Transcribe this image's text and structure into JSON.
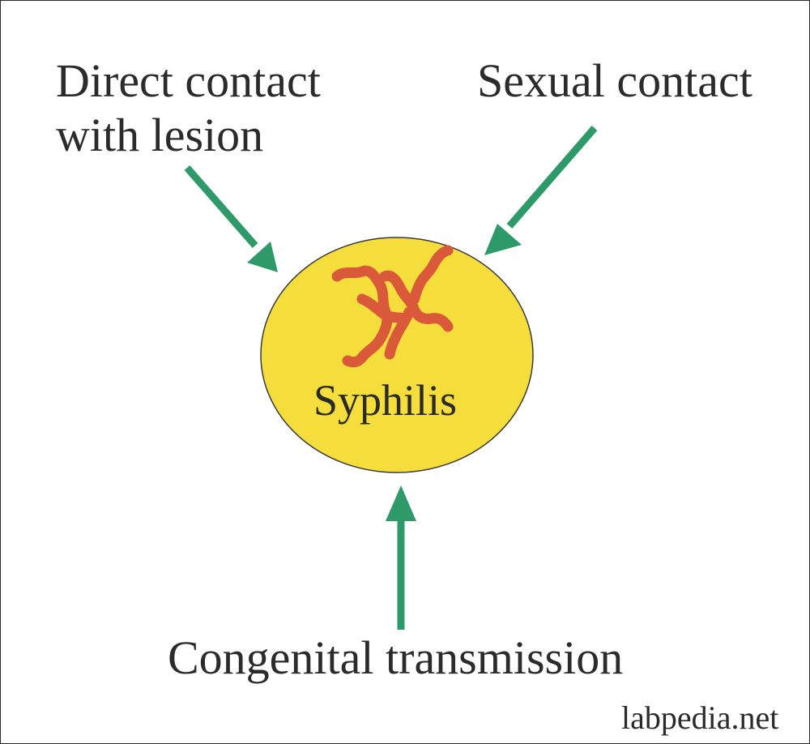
{
  "labels": {
    "direct_line1": "Direct contact",
    "direct_line2": "with lesion",
    "sexual": "Sexual contact",
    "congenital": "Congenital transmission",
    "center": "Syphilis",
    "watermark": "labpedia.net"
  },
  "colors": {
    "circle_fill": "#f5de3b",
    "circle_stroke": "#3a3a3a",
    "arrow": "#2e9a6a",
    "bacteria": "#d9593a",
    "text": "#2b2b2b"
  },
  "icons": {
    "center": "spirochete-bacteria-icon"
  }
}
